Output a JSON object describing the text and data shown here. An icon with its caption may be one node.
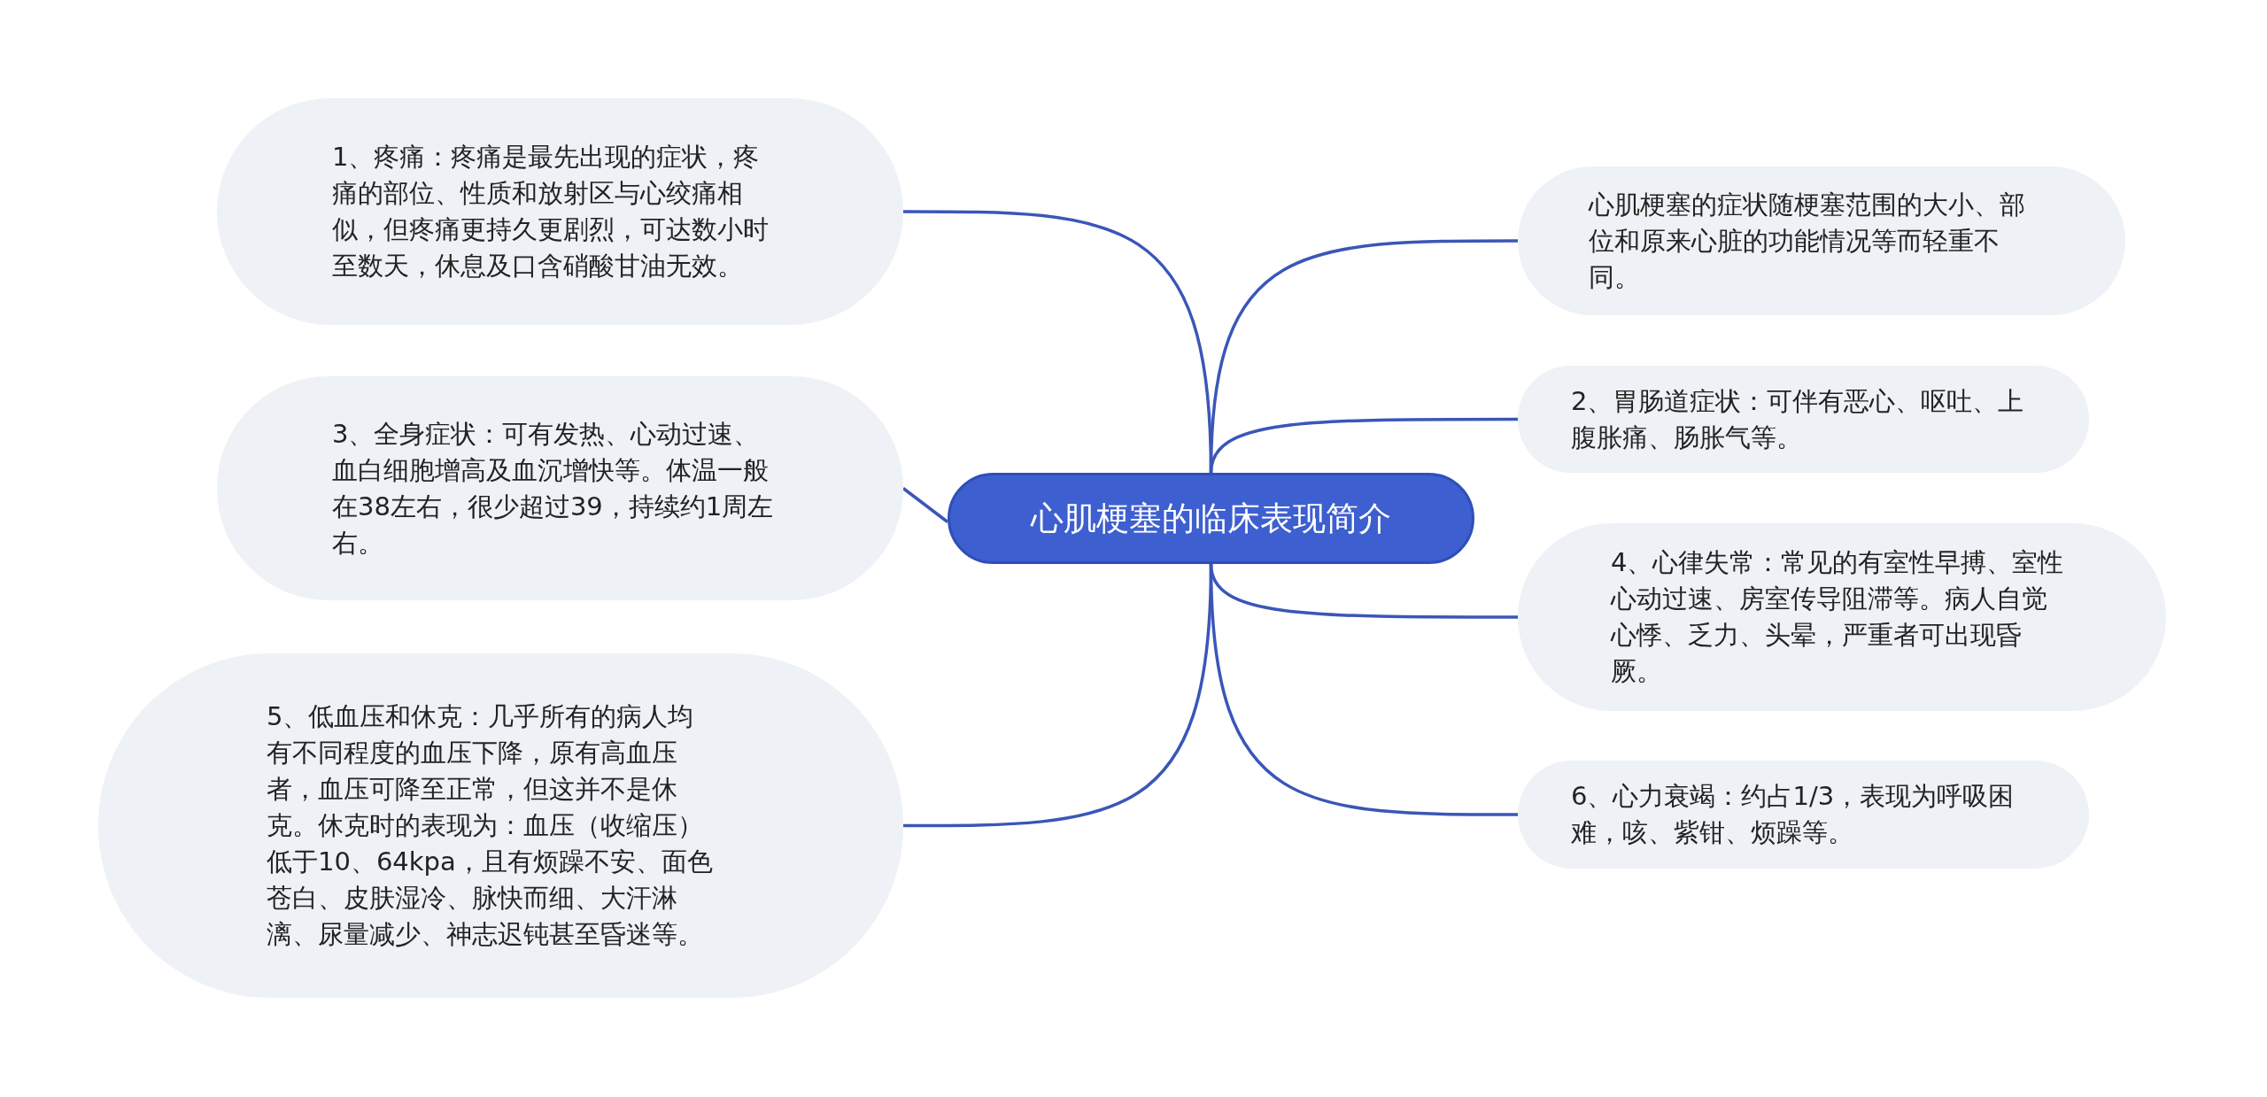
{
  "diagram": {
    "nodes": [
      {
        "text": [
          "心肌梗塞的临床表现简介"
        ]
      },
      {
        "text": [
          "1、疼痛：疼痛是最先出现的症状，疼痛的部位、性质和放射区与心绞痛相似，但疼痛更持久更剧烈，可达数小时至数天，休息及口含硝酸甘油无效。"
        ]
      },
      {
        "text": [
          "3、全身症状：可有发热、心动过速、血白细胞增高及血沉增快等。体温一般在38左右，很少超过39，持续约1周左右。"
        ]
      },
      {
        "text": [
          "5、低血压和休克：几乎所有的病人均有不同程度的血压下降，原有高血压者，血压可降至正常，但这并不是休克。休克时的表现为：血压（收缩压）低于10、64kpa，且有烦躁不安、面色苍白、皮肤湿冷、脉快而细、大汗淋漓、尿量减少、神志迟钝甚至昏迷等。"
        ]
      },
      {
        "text": [
          "心肌梗塞的症状随梗塞范围的大小、部位和原来心脏的功能情况等而轻重不同。"
        ]
      },
      {
        "text": [
          "2、胃肠道症状：可伴有恶心、呕吐、上腹胀痛、肠胀气等。"
        ]
      },
      {
        "text": [
          "4、心律失常：常见的有室性早搏、室性心动过速、房室传导阻滞等。病人自觉心悸、乏力、头晕，严重者可出现昏厥。"
        ]
      },
      {
        "text": [
          "6、心力衰竭：约占1/3，表现为呼吸困难，咳、紫钳、烦躁等。"
        ]
      }
    ],
    "edges": [
      {
        "from": 0,
        "to": 1,
        "arrow": "none"
      },
      {
        "from": 0,
        "to": 2,
        "arrow": "none"
      },
      {
        "from": 0,
        "to": 3,
        "arrow": "none"
      },
      {
        "from": 0,
        "to": 4,
        "arrow": "none"
      },
      {
        "from": 0,
        "to": 5,
        "arrow": "none"
      },
      {
        "from": 0,
        "to": 6,
        "arrow": "none"
      },
      {
        "from": 0,
        "to": 7,
        "arrow": "none"
      }
    ]
  }
}
